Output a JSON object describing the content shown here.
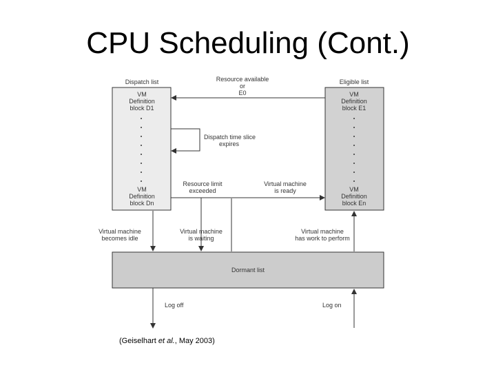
{
  "title": "CPU Scheduling (Cont.)",
  "dispatch": {
    "header": "Dispatch list",
    "top": [
      "VM",
      "Definition",
      "block D1"
    ],
    "bottom": [
      "VM",
      "Definition",
      "block Dn"
    ]
  },
  "eligible": {
    "header": "Eligible list",
    "top": [
      "VM",
      "Definition",
      "block E1"
    ],
    "bottom": [
      "VM",
      "Definition",
      "block En"
    ]
  },
  "dormant": {
    "label": "Dormant list"
  },
  "labels": {
    "resource_available": [
      "Resource available",
      "or",
      "E0"
    ],
    "dispatch_slice": [
      "Dispatch time slice",
      "expires"
    ],
    "resource_limit": [
      "Resource limit",
      "exceeded"
    ],
    "vm_ready": [
      "Virtual machine",
      "is ready"
    ],
    "vm_idle": [
      "Virtual machine",
      "becomes idle"
    ],
    "vm_waiting": [
      "Virtual machine",
      "is waiting"
    ],
    "vm_work": [
      "Virtual machine",
      "has work to perform"
    ],
    "log_off": "Log off",
    "log_on": "Log on"
  },
  "caption": {
    "pre": "(Geiselhart ",
    "italic": "et al.",
    "post": ", May 2003)"
  },
  "colors": {
    "dispatch_fill": "#ececec",
    "eligible_fill": "#d2d2d2",
    "dormant_fill": "#cccccc",
    "line": "#333333"
  }
}
